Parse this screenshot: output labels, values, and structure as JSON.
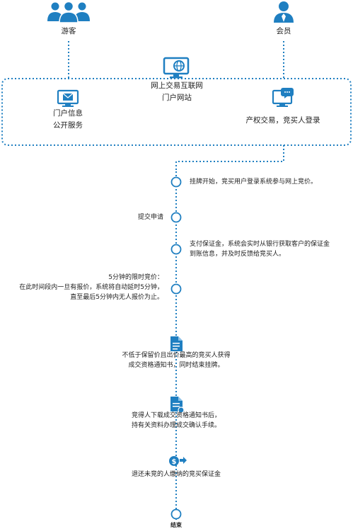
{
  "roles": {
    "visitor": "游客",
    "member": "会员"
  },
  "portal": {
    "title_line1": "网上交易互联网",
    "title_line2": "门户网站",
    "left_line1": "门户信息",
    "left_line2": "公开服务",
    "right_label": "产权交易，竞买人登录"
  },
  "steps": {
    "s1": "挂牌开始，竞买用户登录系统参与网上竞价。",
    "s2": "提交申请",
    "s3_line1": "支付保证金，系统会实时从银行获取客户的保证金",
    "s3_line2": "到账信息，并及时反馈给竞买人。",
    "s4_line1": "5分钟的限时竞价：",
    "s4_line2": "在此时间段内一旦有报价，系统将自动延时5分钟，",
    "s4_line3": "直至最后5分钟内无人报价为止。",
    "s5_line1": "不低于保留价且出价最高的竞买人获得",
    "s5_line2": "成交资格通知书，同时结束挂牌。",
    "s6_line1": "竞得人下载成交资格通知书后，",
    "s6_line2": "持有关资料办理成交确认手续。",
    "s7": "退还未竞的人缴纳的竞买保证金",
    "end": "结束"
  },
  "colors": {
    "accent": "#1f7fc1",
    "text": "#222222"
  },
  "icons": {
    "visitor": "users-group-icon",
    "member": "user-icon",
    "portal": "monitor-globe-icon",
    "left": "monitor-mail-icon",
    "right": "monitor-chat-icon",
    "doc1": "document-icon",
    "doc2": "document-download-icon",
    "refund": "money-transfer-icon"
  }
}
